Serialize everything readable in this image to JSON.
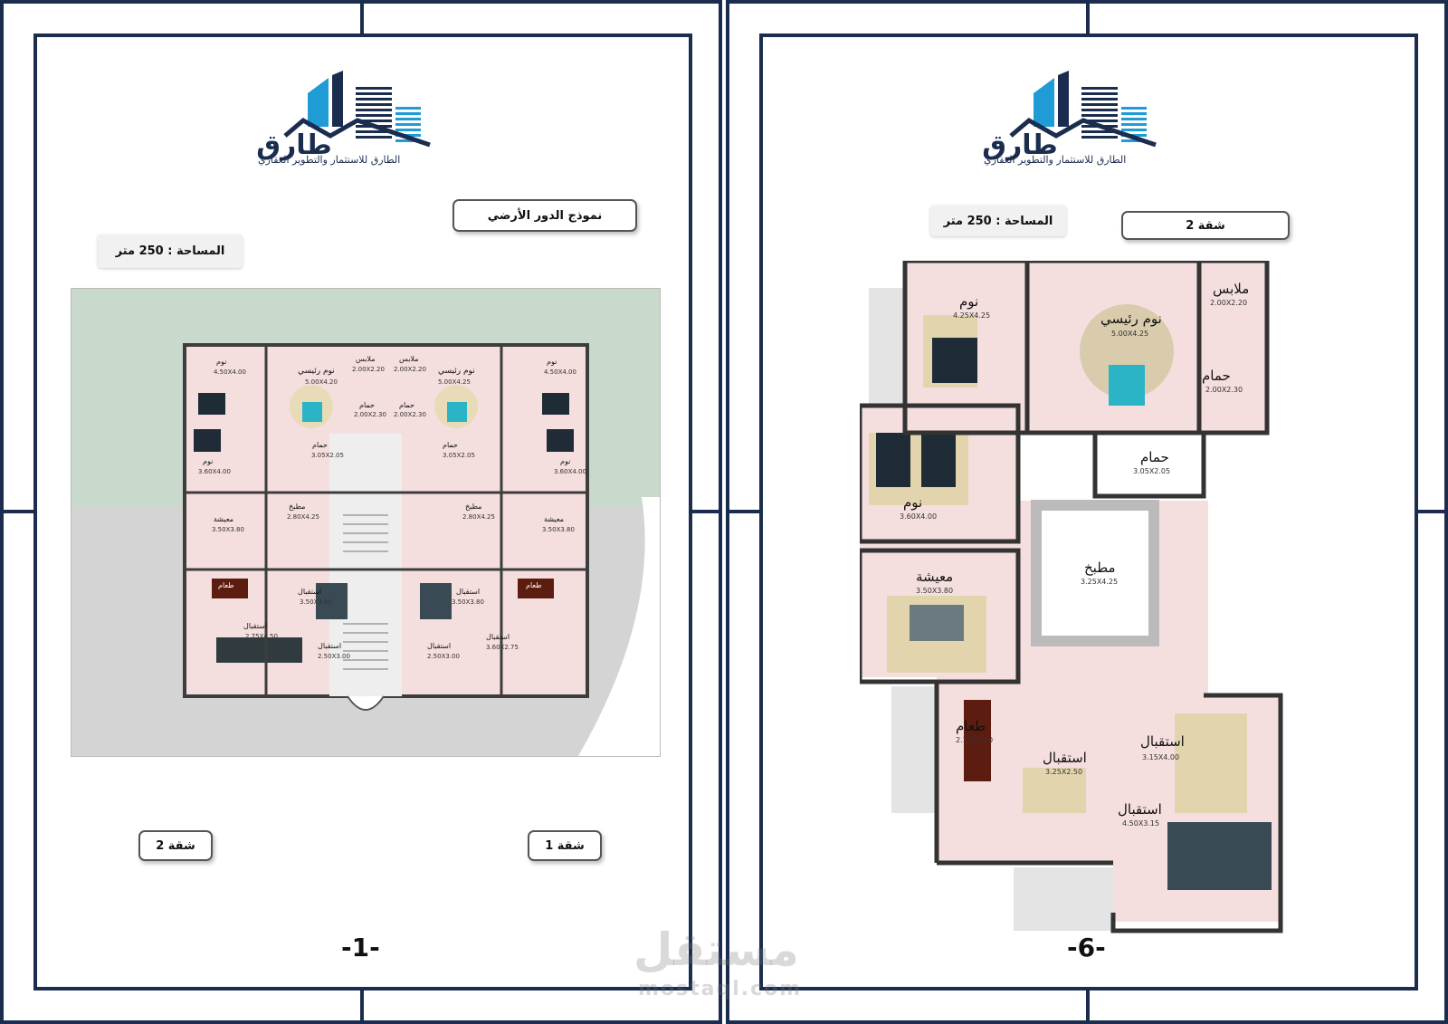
{
  "logo": {
    "brand_text": "طارق",
    "caption": "الطارق للاستثمار والتطوير العقاري"
  },
  "left_page": {
    "model_title": "نموذج الدور الأرضي",
    "area": "المساحة : 250 متر",
    "apartment_right": "شقة 1",
    "apartment_left": "شقة 2",
    "page_number": "-1-",
    "rooms": [
      {
        "name": "نوم",
        "dims": "4.50X4.00"
      },
      {
        "name": "نوم رئيسي",
        "dims": "5.00X4.20"
      },
      {
        "name": "ملابس",
        "dims": "2.00X2.20"
      },
      {
        "name": "ملابس",
        "dims": "2.00X2.20"
      },
      {
        "name": "نوم رئيسي",
        "dims": "5.00X4.25"
      },
      {
        "name": "نوم",
        "dims": "4.50X4.00"
      },
      {
        "name": "حمام",
        "dims": "2.00X2.30"
      },
      {
        "name": "حمام",
        "dims": "2.00X2.30"
      },
      {
        "name": "حمام",
        "dims": "3.05X2.05"
      },
      {
        "name": "حمام",
        "dims": "3.05X2.05"
      },
      {
        "name": "نوم",
        "dims": "3.60X4.00"
      },
      {
        "name": "نوم",
        "dims": "3.60X4.00"
      },
      {
        "name": "مطبخ",
        "dims": "2.80X4.25"
      },
      {
        "name": "مطبخ",
        "dims": "2.80X4.25"
      },
      {
        "name": "معيشة",
        "dims": "3.50X3.80"
      },
      {
        "name": "معيشة",
        "dims": "3.50X3.80"
      },
      {
        "name": "طعام",
        "dims": ""
      },
      {
        "name": "طعام",
        "dims": ""
      },
      {
        "name": "استقبال",
        "dims": "3.50X3.80"
      },
      {
        "name": "استقبال",
        "dims": "3.50X3.80"
      },
      {
        "name": "استقبال",
        "dims": "2.75X4.50"
      },
      {
        "name": "استقبال",
        "dims": "2.50X3.00"
      },
      {
        "name": "استقبال",
        "dims": "2.50X3.00"
      },
      {
        "name": "استقبال",
        "dims": "3.60X2.75"
      }
    ]
  },
  "right_page": {
    "area": "المساحة : 250 متر",
    "apartment": "شقة 2",
    "page_number": "-6-",
    "rooms": [
      {
        "name": "نوم",
        "dims": "4.25X4.25"
      },
      {
        "name": "نوم رئيسي",
        "dims": "5.00X4.25"
      },
      {
        "name": "ملابس",
        "dims": "2.00X2.20"
      },
      {
        "name": "حمام",
        "dims": "2.00X2.30"
      },
      {
        "name": "حمام",
        "dims": "3.05X2.05"
      },
      {
        "name": "نوم",
        "dims": "3.60X4.00"
      },
      {
        "name": "مطبخ",
        "dims": "3.25X4.25"
      },
      {
        "name": "معيشة",
        "dims": "3.50X3.80"
      },
      {
        "name": "طعام",
        "dims": "2.15X4.80"
      },
      {
        "name": "استقبال",
        "dims": "3.25X2.50"
      },
      {
        "name": "استقبال",
        "dims": "3.15X4.00"
      },
      {
        "name": "استقبال",
        "dims": "4.50X3.15"
      }
    ]
  },
  "watermark": {
    "arabic": "مستقل",
    "latin": "mostaql.com"
  },
  "colors": {
    "frame": "#1b2d4f",
    "logo_blue": "#1f9bd6",
    "logo_navy": "#1b2d4f",
    "floor_pink": "#f5dede",
    "grass": "#c9d9cc",
    "pavement": "#d4d4d4"
  }
}
